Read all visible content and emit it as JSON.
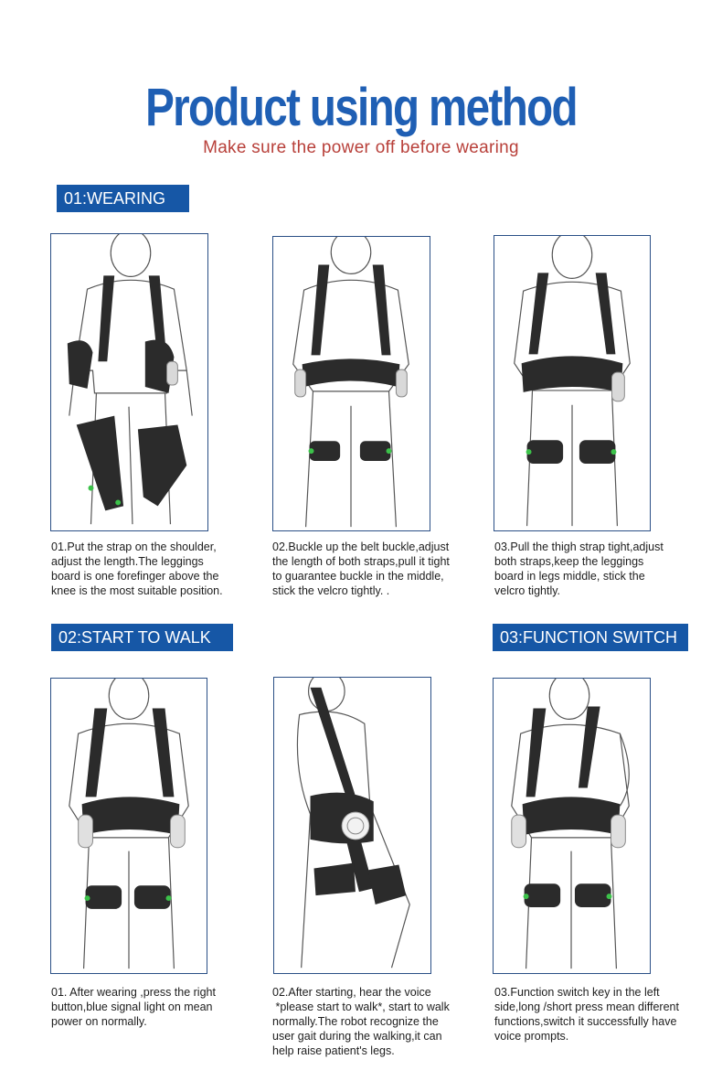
{
  "header": {
    "title": "Product using method",
    "subtitle": "Make sure the power off before wearing"
  },
  "sections": [
    {
      "label": "01:WEARING"
    },
    {
      "label": "02:START TO WALK"
    },
    {
      "label": "03:FUNCTION SWITCH"
    }
  ],
  "steps": [
    {
      "lines": [
        "01.Put the strap on the shoulder,",
        "adjust the length.The leggings",
        "board is one forefinger above the",
        "knee is the most suitable position."
      ]
    },
    {
      "lines": [
        "02.Buckle up the belt buckle,adjust",
        "the length of both straps,pull it tight",
        "to guarantee buckle in the middle,",
        "stick the velcro tightly. ."
      ]
    },
    {
      "lines": [
        "03.Pull the thigh strap tight,adjust",
        "both straps,keep the leggings",
        "board in legs middle, stick the",
        "velcro tightly."
      ]
    },
    {
      "lines": [
        "01. After wearing ,press the right",
        "button,blue signal light on mean",
        "power on normally."
      ]
    },
    {
      "lines": [
        "02.After starting, hear the voice",
        " *please start to walk*, start to walk",
        "normally.The robot recognize the",
        "user gait during the walking,it can",
        "help raise patient's legs."
      ]
    },
    {
      "lines": [
        "03.Function switch key in the left",
        "side,long /short press mean different",
        "functions,switch it successfully have",
        "voice prompts."
      ]
    }
  ],
  "colors": {
    "title": "#1f5fb4",
    "subtitle": "#b8403a",
    "label_bg": "#1657a6",
    "panel_border": "#2a4f86",
    "indicator_green": "#3cc24a"
  }
}
